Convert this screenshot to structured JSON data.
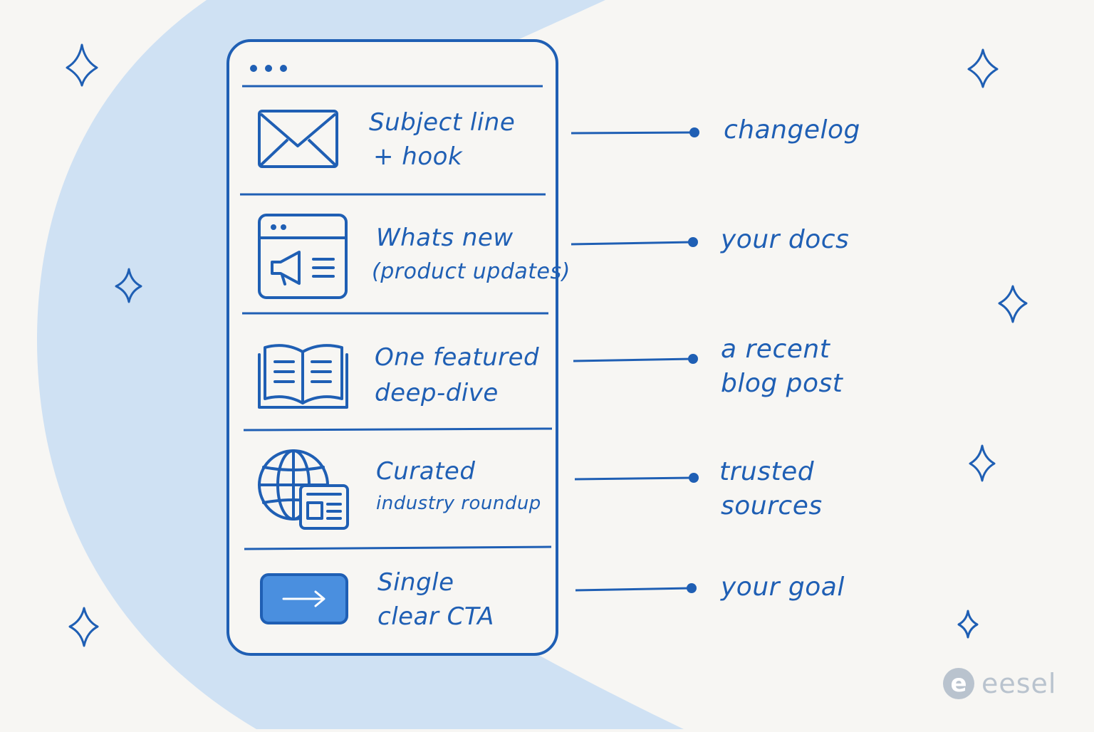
{
  "rows": [
    {
      "icon": "envelope-icon",
      "title": "Subject line",
      "subtitle": "+ hook",
      "source": [
        "changelog"
      ]
    },
    {
      "icon": "megaphone-browser-icon",
      "title": "Whats new",
      "subtitle": "(product updates)",
      "source": [
        "your docs"
      ]
    },
    {
      "icon": "open-book-icon",
      "title": "One featured",
      "subtitle": "deep-dive",
      "source": [
        "a recent",
        "blog post"
      ]
    },
    {
      "icon": "globe-newspaper-icon",
      "title": "Curated",
      "subtitle": "industry roundup",
      "source": [
        "trusted",
        "sources"
      ]
    },
    {
      "icon": "arrow-button-icon",
      "title": "Single",
      "subtitle": "clear CTA",
      "source": [
        "your goal"
      ]
    }
  ],
  "brand": {
    "mark": "e",
    "name": "eesel"
  },
  "colors": {
    "ink": "#1f5fb4",
    "background": "#f7f6f3",
    "blob": "#cfe1f3",
    "button_fill": "#4a8fdf",
    "brand_gray": "#b9c3ce"
  }
}
